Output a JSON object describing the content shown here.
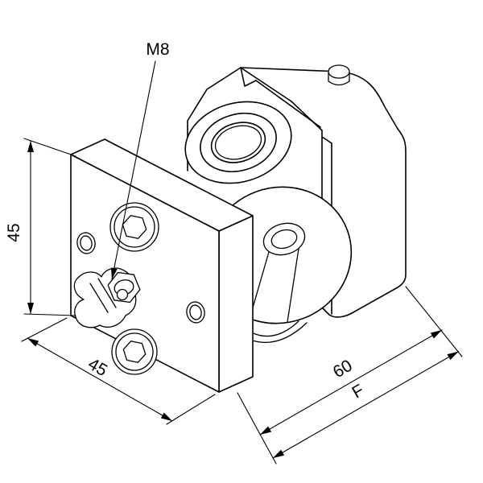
{
  "drawing": {
    "background": "#ffffff",
    "line_color": "#000000",
    "annotations": {
      "thread_label": "M8",
      "height_mm": "45",
      "width_mm": "45",
      "depth_mm": "60",
      "length_var": "F"
    }
  }
}
